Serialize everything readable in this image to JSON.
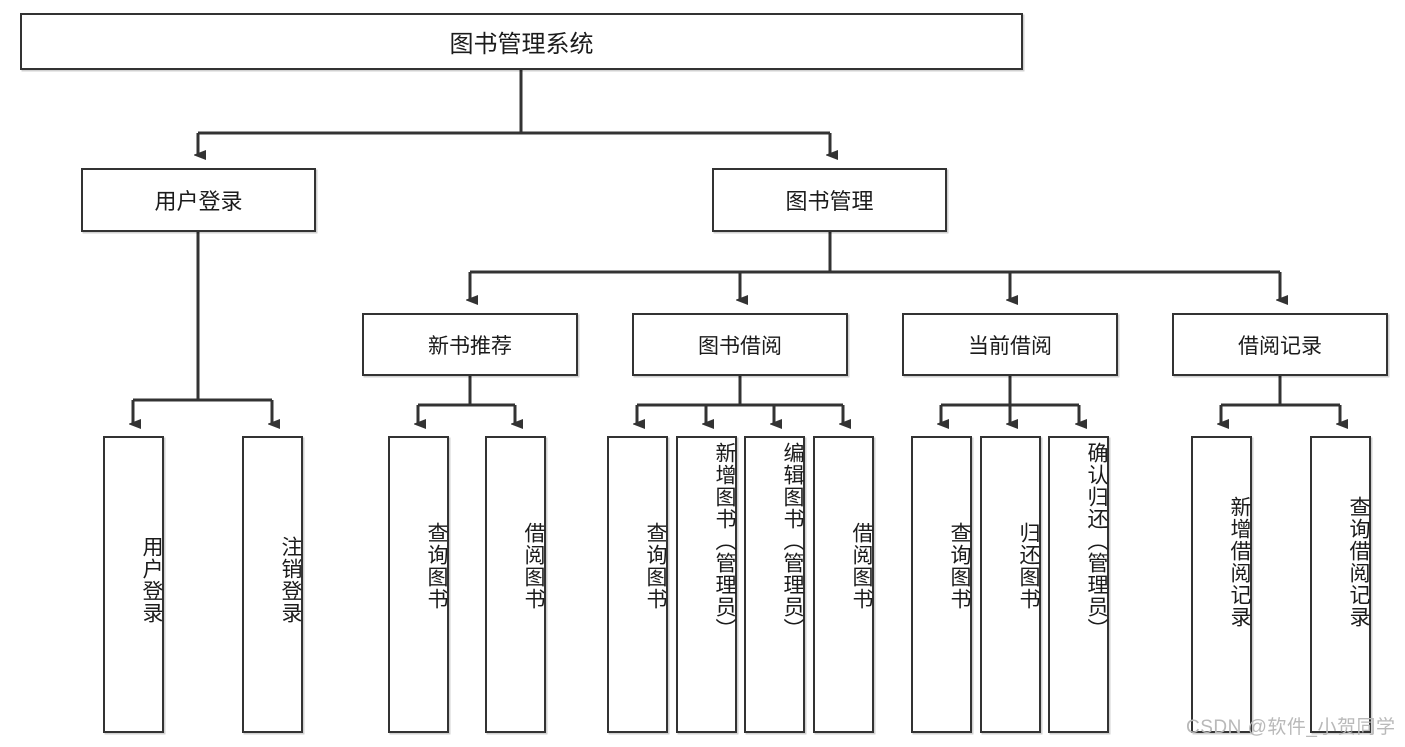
{
  "diagram": {
    "type": "hierarchy-tree",
    "title": "图书管理系统",
    "root": {
      "label": "图书管理系统"
    },
    "level2": [
      {
        "id": "user-login",
        "label": "用户登录"
      },
      {
        "id": "book-management",
        "label": "图书管理"
      }
    ],
    "level3": [
      {
        "id": "new-book-recommend",
        "label": "新书推荐",
        "parent": "book-management"
      },
      {
        "id": "book-borrow",
        "label": "图书借阅",
        "parent": "book-management"
      },
      {
        "id": "current-borrow",
        "label": "当前借阅",
        "parent": "book-management"
      },
      {
        "id": "borrow-record",
        "label": "借阅记录",
        "parent": "book-management"
      }
    ],
    "leaves": [
      {
        "id": "leaf-user-login",
        "label": "用户登录",
        "parent": "user-login"
      },
      {
        "id": "leaf-logout",
        "label": "注销登录",
        "parent": "user-login"
      },
      {
        "id": "leaf-query-book-1",
        "label": "查询图书",
        "parent": "new-book-recommend"
      },
      {
        "id": "leaf-borrow-book-1",
        "label": "借阅图书",
        "parent": "new-book-recommend"
      },
      {
        "id": "leaf-query-book-2",
        "label": "查询图书",
        "parent": "book-borrow"
      },
      {
        "id": "leaf-add-book",
        "label": "新增图书（管理员）",
        "parent": "book-borrow"
      },
      {
        "id": "leaf-edit-book",
        "label": "编辑图书（管理员）",
        "parent": "book-borrow"
      },
      {
        "id": "leaf-borrow-book-2",
        "label": "借阅图书",
        "parent": "book-borrow"
      },
      {
        "id": "leaf-query-book-3",
        "label": "查询图书",
        "parent": "current-borrow"
      },
      {
        "id": "leaf-return-book",
        "label": "归还图书",
        "parent": "current-borrow"
      },
      {
        "id": "leaf-confirm-return",
        "label": "确认归还（管理员）",
        "parent": "current-borrow"
      },
      {
        "id": "leaf-add-record",
        "label": "新增借阅记录",
        "parent": "borrow-record"
      },
      {
        "id": "leaf-query-record",
        "label": "查询借阅记录",
        "parent": "borrow-record"
      }
    ],
    "colors": {
      "stroke": "#333333",
      "fill": "#ffffff",
      "text": "#1b1b1b",
      "watermark": "#b9b9b9"
    }
  },
  "watermark": {
    "text": "CSDN @软件_小贺同学"
  }
}
